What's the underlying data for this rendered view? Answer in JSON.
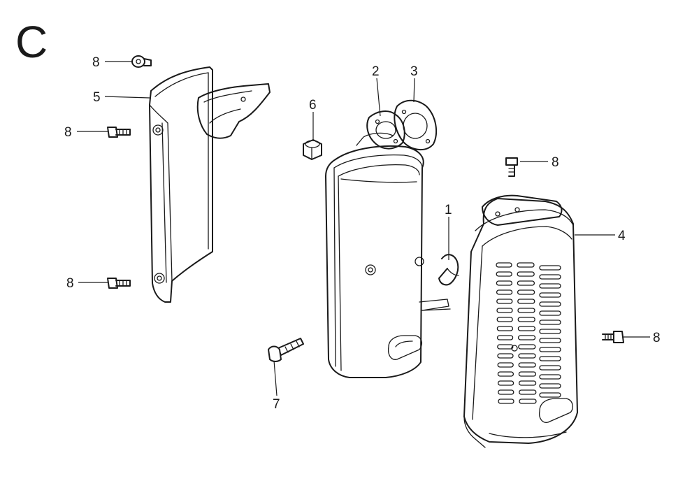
{
  "section_letter": "C",
  "callouts": {
    "c1": "1",
    "c2": "2",
    "c3": "3",
    "c4": "4",
    "c5": "5",
    "c6": "6",
    "c7": "7",
    "c8a": "8",
    "c8b": "8",
    "c8c": "8",
    "c8d": "8",
    "c8e": "8"
  },
  "colors": {
    "line": "#1a1a1a",
    "background": "#ffffff"
  }
}
